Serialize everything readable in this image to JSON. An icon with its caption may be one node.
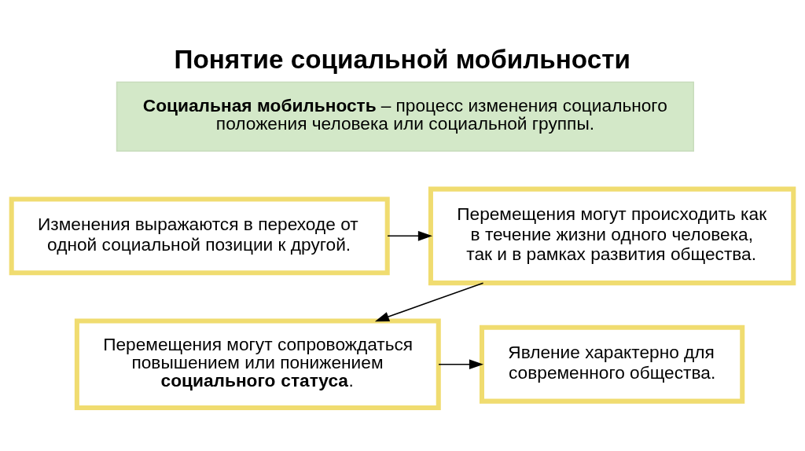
{
  "diagram": {
    "title": "Понятие социальной мобильности",
    "nodes": [
      {
        "text": [
          "**Социальная мобильность** – процесс изменения социального положения человека или социальной группы."
        ]
      },
      {
        "text": [
          "Изменения выражаются в переходе от одной социальной позиции к другой."
        ]
      },
      {
        "text": [
          "Перемещения могут происходить как в течение жизни одного человека, так и в рамках развития общества."
        ]
      },
      {
        "text": [
          "Перемещения могут сопровождаться повышением или понижением **социального статуса**."
        ]
      },
      {
        "text": [
          "Явление характерно для современного общества."
        ]
      }
    ],
    "edges": [
      {
        "from": 1,
        "to": 2,
        "arrow": "to"
      },
      {
        "from": 2,
        "to": 3,
        "arrow": "to"
      },
      {
        "from": 3,
        "to": 4,
        "arrow": "to"
      }
    ]
  }
}
